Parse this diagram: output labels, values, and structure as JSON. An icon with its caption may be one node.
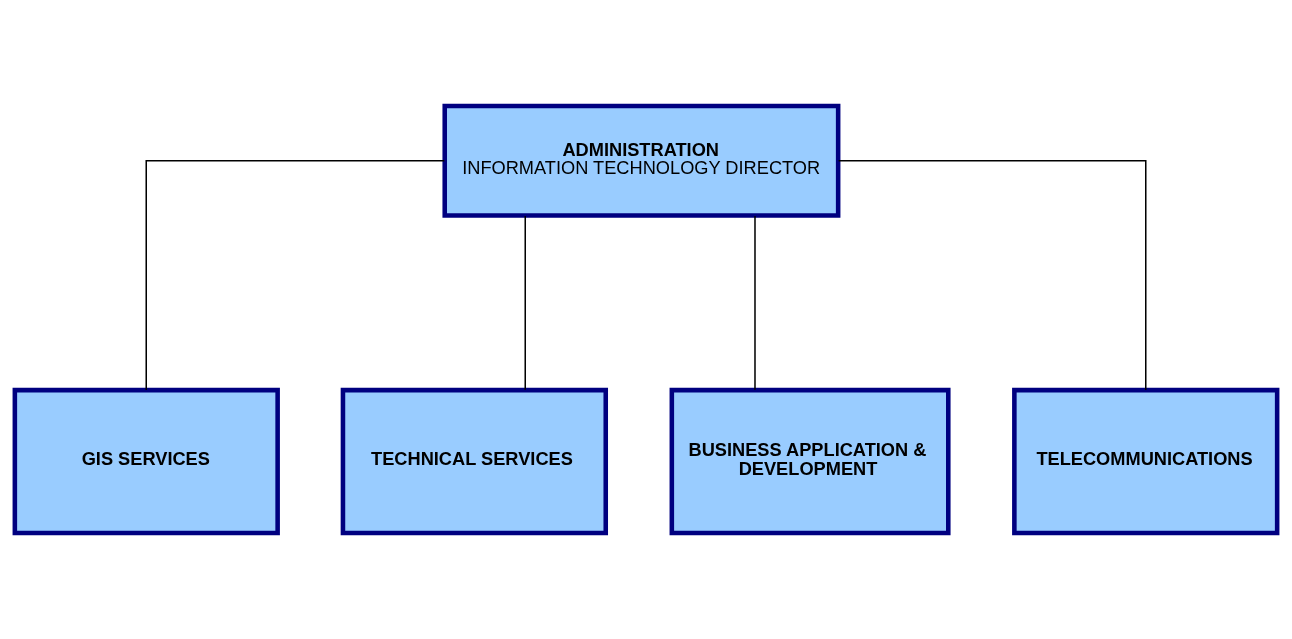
{
  "diagram": {
    "nodes": [
      {
        "text": [
          "ADMINISTRATION",
          "INFORMATION TECHNOLOGY DIRECTOR"
        ]
      },
      {
        "text": [
          "GIS SERVICES"
        ]
      },
      {
        "text": [
          "TECHNICAL SERVICES"
        ]
      },
      {
        "text": [
          "BUSINESS APPLICATION & DEVELOPMENT"
        ]
      },
      {
        "text": [
          "TELECOMMUNICATIONS"
        ]
      }
    ],
    "edges": [
      {
        "from": 0,
        "to": 1,
        "arrow": "none"
      },
      {
        "from": 0,
        "to": 2,
        "arrow": "none"
      },
      {
        "from": 0,
        "to": 3,
        "arrow": "none"
      },
      {
        "from": 0,
        "to": 4,
        "arrow": "none"
      }
    ]
  }
}
